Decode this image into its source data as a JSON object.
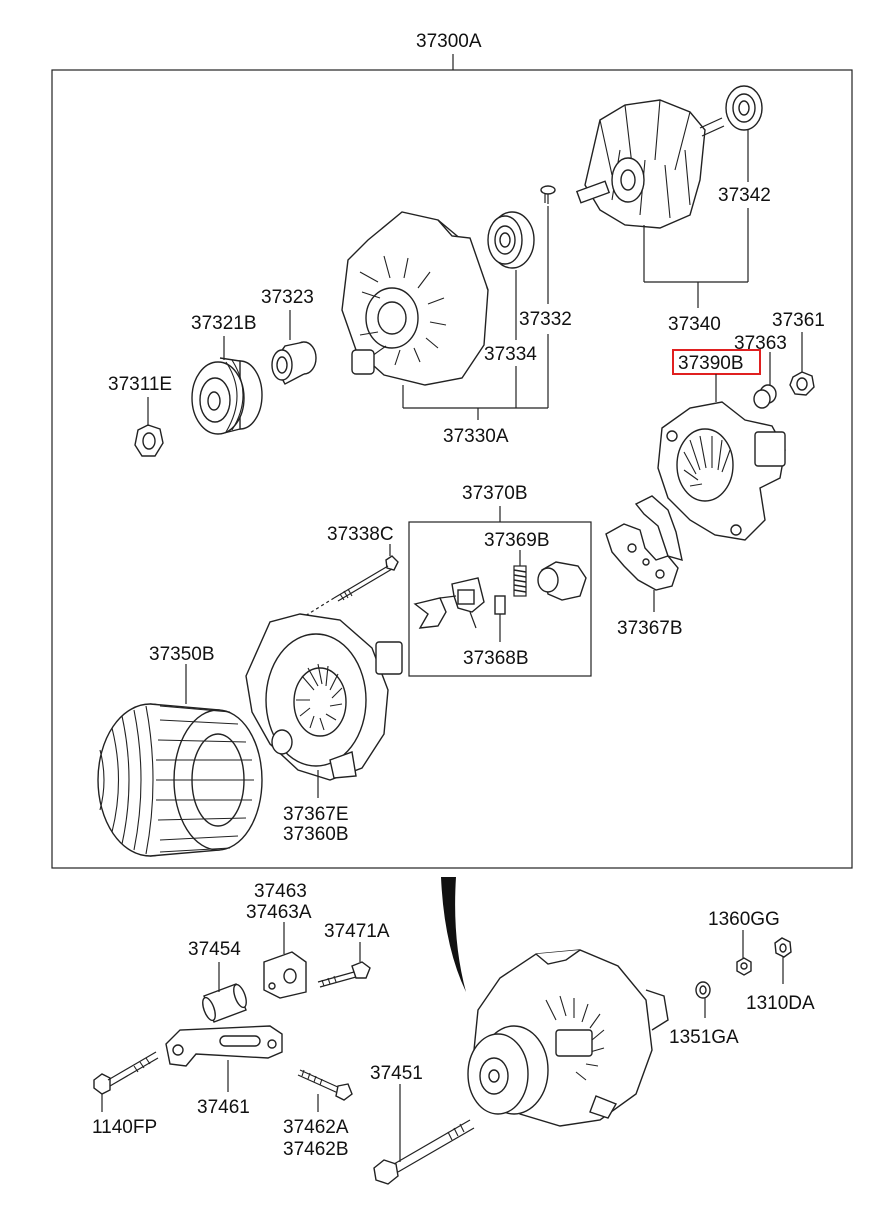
{
  "highlight_color": "#e02020",
  "labels": {
    "assembly": "37300A",
    "rotor_bearing": "37342",
    "rotor": "37340",
    "nut_37361": "37361",
    "bushing_37363": "37363",
    "rear_cover": "37390B",
    "screw_37332": "37332",
    "bearing_37334": "37334",
    "front_bracket": "37330A",
    "spacer": "37323",
    "pulley": "37321B",
    "pulley_nut": "37311E",
    "brush_holder_kit": "37370B",
    "spring": "37369B",
    "brush": "37368B",
    "bolt_37338c": "37338C",
    "rectifier": "37367B",
    "stator": "37350B",
    "rear_bracket_a": "37367E",
    "rear_bracket_b": "37360B",
    "plate_a": "37463",
    "plate_b": "37463A",
    "bolt_37471a": "37471A",
    "bushing_37454": "37454",
    "bracket": "37461",
    "bolt_1140fp": "1140FP",
    "bolt_a": "37462A",
    "bolt_b": "37462B",
    "long_bolt": "37451",
    "nut_1360gg": "1360GG",
    "nut_1310da": "1310DA",
    "nut_1351ga": "1351GA"
  }
}
